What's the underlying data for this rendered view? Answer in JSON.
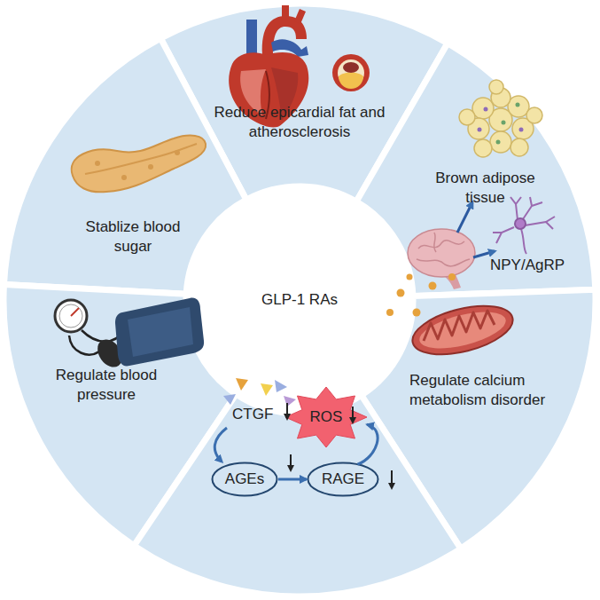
{
  "diagram": {
    "nodes": [
      {
        "text": [
          "GLP-1 RAs"
        ]
      },
      {
        "text": [
          "Reduce epicardial fat and atherosclerosis"
        ]
      },
      {
        "text": [
          "Stablize blood sugar"
        ]
      },
      {
        "text": [
          "Brown adipose tissue",
          "NPY/AgRP"
        ]
      },
      {
        "text": [
          "Regulate blood pressure"
        ]
      },
      {
        "text": [
          "Regulate calcium metabolism disorder"
        ]
      },
      {
        "text": [
          "CTGF"
        ]
      },
      {
        "text": [
          "ROS"
        ],
        "in": 6
      },
      {
        "text": [
          "AGEs"
        ],
        "in": 6
      },
      {
        "text": [
          "RAGE"
        ],
        "in": 6
      }
    ],
    "edges": [
      {
        "from": 8,
        "to": 9,
        "arrow": "to"
      },
      {
        "from": 9,
        "to": 7,
        "arrow": "to"
      }
    ]
  }
}
